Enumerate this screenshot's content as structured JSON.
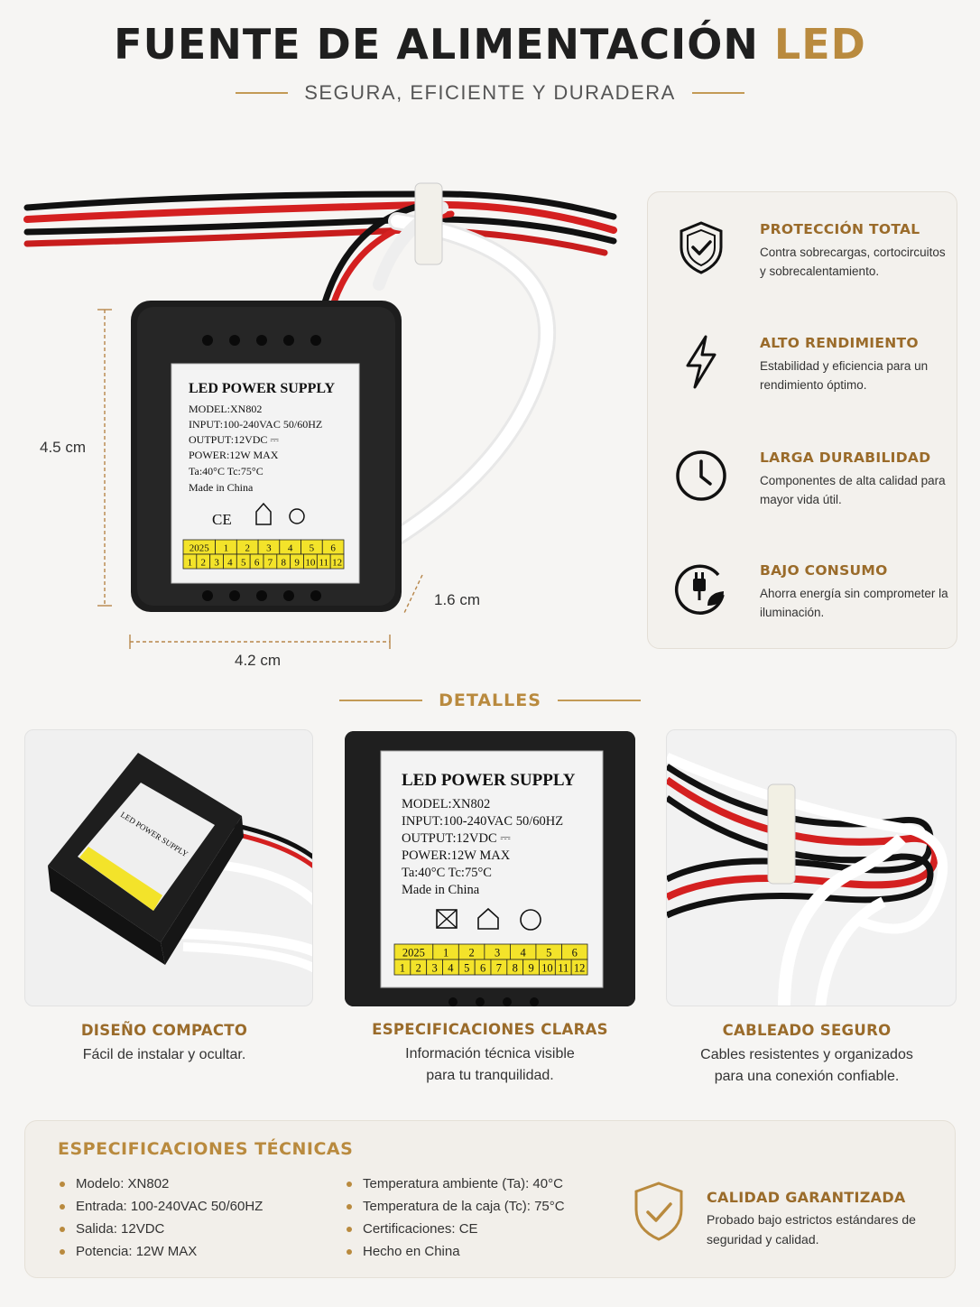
{
  "header": {
    "title_main": "FUENTE DE ALIMENTACIÓN",
    "title_accent": "LED",
    "subtitle": "SEGURA, EFICIENTE Y DURADERA"
  },
  "product_label": {
    "heading": "LED POWER SUPPLY",
    "model": "MODEL:XN802",
    "input": "INPUT:100-240VAC 50/60HZ",
    "output": "OUTPUT:12VDC ⎓",
    "power": "POWER:12W MAX",
    "temps": "Ta:40°C  Tc:75°C",
    "origin": "Made in China",
    "cert": "CE",
    "date_row_top": [
      "2025",
      "1",
      "2",
      "3",
      "4",
      "5",
      "6"
    ],
    "date_row_bottom": [
      "1",
      "2",
      "3",
      "4",
      "5",
      "6",
      "7",
      "8",
      "9",
      "10",
      "11",
      "12"
    ]
  },
  "dimensions": {
    "height": "4.5 cm",
    "width": "4.2 cm",
    "depth": "1.6 cm"
  },
  "features": [
    {
      "title": "PROTECCIÓN TOTAL",
      "desc": "Contra sobrecargas, cortocircuitos y sobrecalentamiento.",
      "icon": "shield-check-icon"
    },
    {
      "title": "ALTO RENDIMIENTO",
      "desc": "Estabilidad y eficiencia para un rendimiento óptimo.",
      "icon": "lightning-icon"
    },
    {
      "title": "LARGA DURABILIDAD",
      "desc": "Componentes de alta calidad para mayor vida útil.",
      "icon": "clock-icon"
    },
    {
      "title": "BAJO CONSUMO",
      "desc": "Ahorra energía sin comprometer la iluminación.",
      "icon": "eco-plug-icon"
    }
  ],
  "details": {
    "heading": "DETALLES",
    "items": [
      {
        "title": "DISEÑO COMPACTO",
        "desc_lines": [
          "Fácil de instalar y ocultar."
        ]
      },
      {
        "title": "ESPECIFICACIONES CLARAS",
        "desc_lines": [
          "Información técnica visible",
          "para tu tranquilidad."
        ]
      },
      {
        "title": "CABLEADO SEGURO",
        "desc_lines": [
          "Cables resistentes y organizados",
          "para una conexión confiable."
        ]
      }
    ]
  },
  "specs": {
    "heading": "ESPECIFICACIONES TÉCNICAS",
    "col1": [
      "Modelo: XN802",
      "Entrada: 100-240VAC 50/60HZ",
      "Salida: 12VDC",
      "Potencia: 12W MAX"
    ],
    "col2": [
      "Temperatura ambiente (Ta): 40°C",
      "Temperatura de la caja (Tc): 75°C",
      "Certificaciones: CE",
      "Hecho en China"
    ],
    "quality_title": "CALIDAD GARANTIZADA",
    "quality_desc": "Probado bajo estrictos estándares de seguridad y calidad."
  },
  "colors": {
    "gold": "#b98a3e",
    "gold_dark": "#9a6b2a",
    "label_yellow": "#f3e32a",
    "case_black": "#1c1c1c"
  }
}
